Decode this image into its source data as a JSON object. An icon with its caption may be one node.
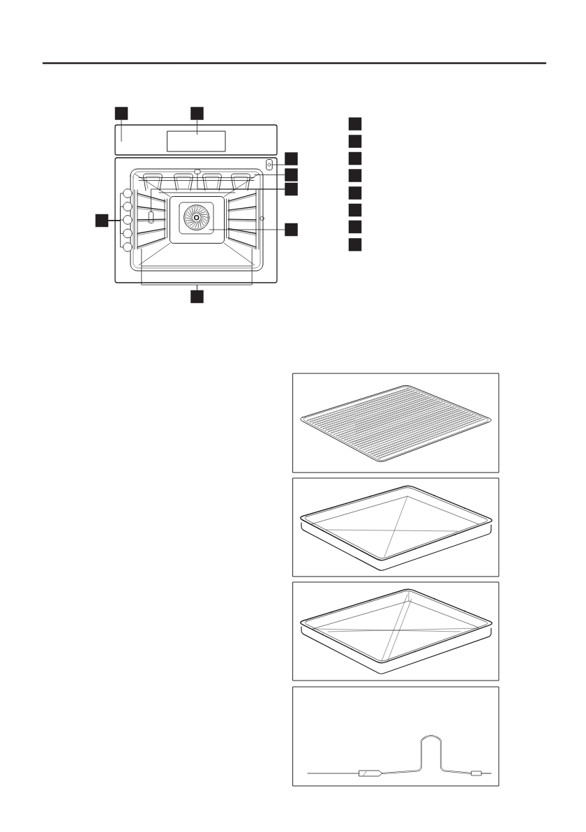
{
  "diagram": {
    "nodes": [
      {
        "text": [],
        "shape": "box"
      },
      {
        "text": [],
        "shape": "box"
      },
      {
        "text": [],
        "shape": "box"
      },
      {
        "text": [],
        "shape": "box",
        "in": 2
      },
      {
        "text": [],
        "shape": "box"
      },
      {
        "text": [],
        "shape": "box"
      },
      {
        "text": [],
        "shape": "box"
      },
      {
        "text": [],
        "shape": "picture"
      },
      {
        "text": [],
        "shape": "box"
      },
      {
        "text": [],
        "shape": "box"
      },
      {
        "text": [],
        "shape": "box",
        "in": 32
      },
      {
        "text": [],
        "shape": "box"
      },
      {
        "text": [],
        "shape": "circle"
      },
      {
        "text": [],
        "shape": "circle"
      },
      {
        "text": [],
        "shape": "circle"
      },
      {
        "text": [],
        "shape": "circle"
      },
      {
        "text": [],
        "shape": "circle"
      },
      {
        "text": [],
        "shape": "box"
      },
      {
        "text": [],
        "shape": "circle"
      },
      {
        "text": [],
        "shape": "box"
      },
      {
        "text": [],
        "shape": "box"
      },
      {
        "text": [],
        "shape": "box"
      },
      {
        "text": [],
        "shape": "box"
      },
      {
        "text": [],
        "shape": "box"
      },
      {
        "text": [],
        "shape": "box"
      },
      {
        "text": [],
        "shape": "box"
      },
      {
        "text": [],
        "shape": "box"
      },
      {
        "text": [],
        "shape": "box"
      },
      {
        "text": [],
        "shape": "picture"
      },
      {
        "text": [],
        "shape": "picture"
      },
      {
        "text": [],
        "shape": "picture"
      },
      {
        "text": [],
        "shape": "picture"
      },
      {
        "text": [],
        "shape": "picture"
      },
      {
        "text": [],
        "shape": "picture"
      }
    ],
    "edges": [
      {
        "from": 0,
        "to": 2,
        "arrow": "none"
      },
      {
        "from": 1,
        "to": 3,
        "arrow": "none"
      },
      {
        "from": 4,
        "to": 5,
        "arrow": "none"
      },
      {
        "from": 6,
        "to": 7,
        "arrow": "none"
      },
      {
        "from": 8,
        "to": 9,
        "arrow": "none"
      },
      {
        "from": 8,
        "to": 10,
        "arrow": "none"
      },
      {
        "from": 11,
        "to": 12,
        "arrow": "none"
      },
      {
        "from": 11,
        "to": 13,
        "arrow": "none"
      },
      {
        "from": 11,
        "to": 14,
        "arrow": "none"
      },
      {
        "from": 11,
        "to": 15,
        "arrow": "none"
      },
      {
        "from": 11,
        "to": 16,
        "arrow": "none"
      },
      {
        "from": 17,
        "to": 18,
        "arrow": "none"
      },
      {
        "from": 19,
        "to": 32,
        "arrow": "none"
      },
      {
        "from": 19,
        "to": 33,
        "arrow": "none"
      }
    ]
  }
}
